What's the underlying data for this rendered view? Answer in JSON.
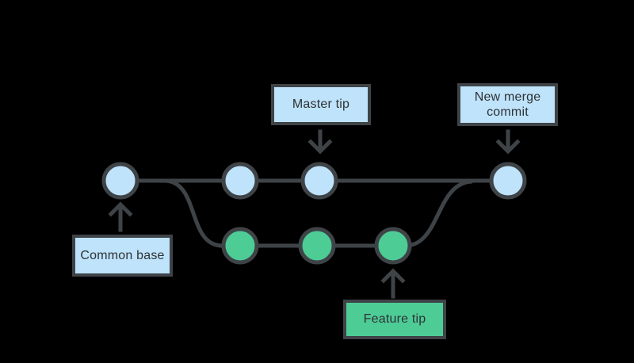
{
  "colors": {
    "background": "#000000",
    "stroke": "#3E4347",
    "label_text": "#2E3135",
    "node_master": "#BEE3FA",
    "node_feature": "#4DCC96",
    "box_master_bg": "#BEE3FA",
    "box_feature_bg": "#4DCC96"
  },
  "labels": {
    "master_tip": "Master tip",
    "new_merge_commit": "New merge commit",
    "common_base": "Common base",
    "feature_tip": "Feature tip"
  },
  "graph": {
    "type": "git-branch-merge-diagram",
    "branches": [
      {
        "row": "top",
        "node_color": "#BEE3FA",
        "commit_count": 4
      },
      {
        "row": "bottom",
        "node_color": "#4DCC96",
        "commit_count": 3
      }
    ],
    "annotations": [
      {
        "label": "Common base",
        "arrow_direction": "up",
        "points_to": "first top-row commit"
      },
      {
        "label": "Master tip",
        "arrow_direction": "down",
        "points_to": "third top-row commit"
      },
      {
        "label": "Feature tip",
        "arrow_direction": "up",
        "points_to": "third bottom-row commit"
      },
      {
        "label": "New merge commit",
        "arrow_direction": "down",
        "points_to": "last top-row commit"
      }
    ]
  }
}
